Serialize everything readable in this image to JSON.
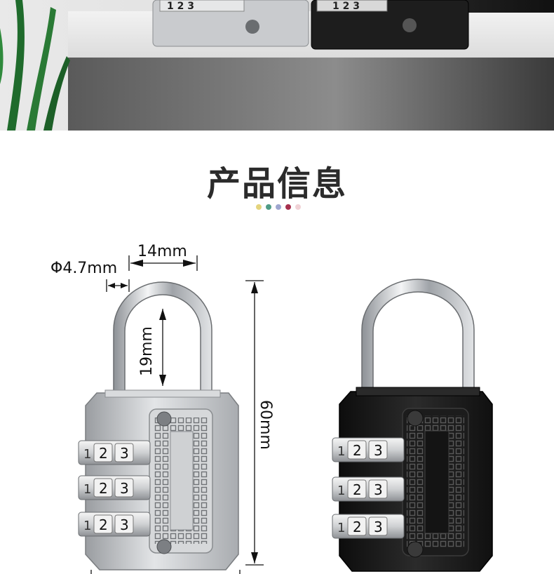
{
  "section": {
    "title": "产品信息"
  },
  "dots": [
    "#e4d47d",
    "#4f9c86",
    "#9ea6cf",
    "#a6304d",
    "#f0d2d6"
  ],
  "dimensions": {
    "shackle_width": "14mm",
    "shackle_diameter": "Φ4.7mm",
    "shackle_clearance": "19mm",
    "total_height": "60mm"
  },
  "dial_digits": [
    "1",
    "2",
    "3"
  ],
  "colors": {
    "silver_body": "#b9bcc0",
    "black_body": "#1a1a1a",
    "title_text": "#2b2b2b"
  }
}
